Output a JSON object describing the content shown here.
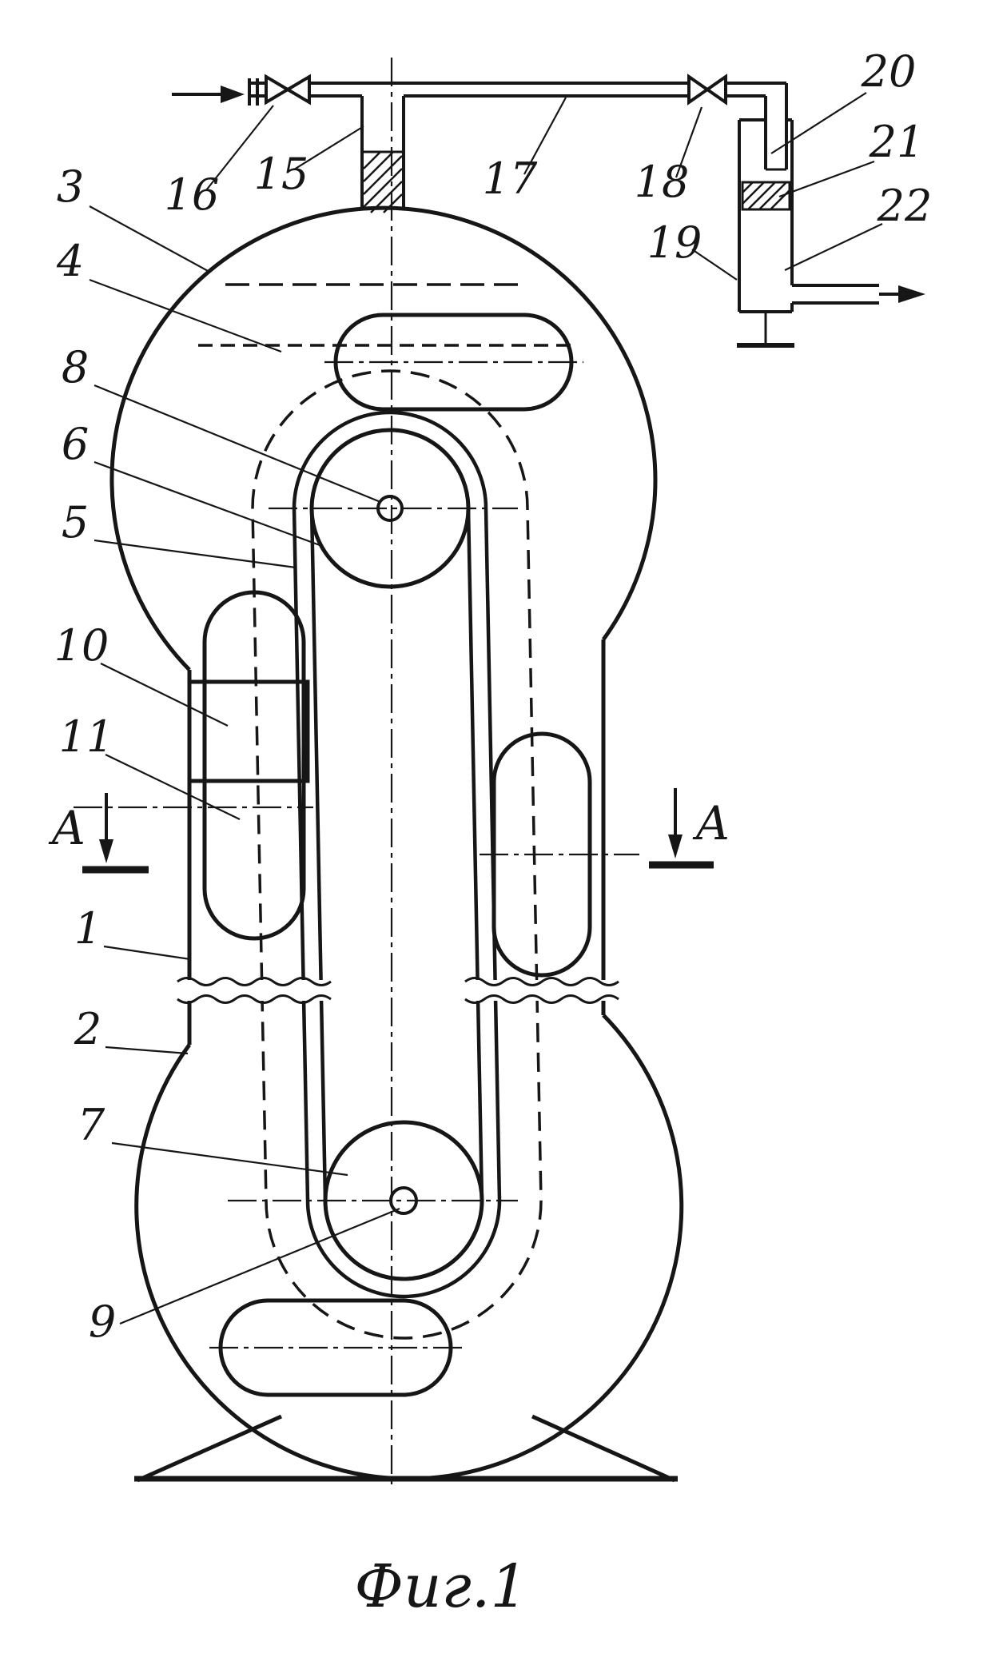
{
  "figure": {
    "caption": "Фиг.1",
    "ink_color": "#161616",
    "background_color": "#ffffff",
    "section_markers": {
      "left": "A",
      "right": "A"
    },
    "part_labels": {
      "n1": "1",
      "n2": "2",
      "n3": "3",
      "n4": "4",
      "n5": "5",
      "n6": "6",
      "n7": "7",
      "n8": "8",
      "n9": "9",
      "n10": "10",
      "n11": "11",
      "n15": "15",
      "n16": "16",
      "n17": "17",
      "n18": "18",
      "n19": "19",
      "n20": "20",
      "n21": "21",
      "n22": "22"
    }
  }
}
